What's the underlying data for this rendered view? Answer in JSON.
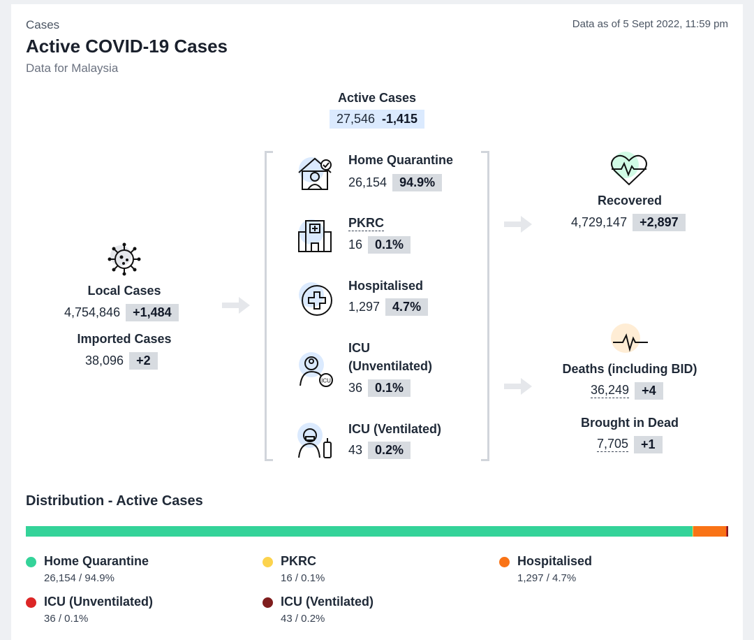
{
  "header": {
    "breadcrumb": "Cases",
    "title": "Active COVID-19 Cases",
    "subtitle": "Data for Malaysia",
    "as_of": "Data as of 5 Sept 2022, 11:59 pm"
  },
  "active": {
    "label": "Active Cases",
    "value": "27,546",
    "delta": "-1,415"
  },
  "local": {
    "label": "Local Cases",
    "value": "4,754,846",
    "delta": "+1,484"
  },
  "imported": {
    "label": "Imported Cases",
    "value": "38,096",
    "delta": "+2"
  },
  "categories": {
    "home": {
      "label": "Home Quarantine",
      "value": "26,154",
      "pct": "94.9%"
    },
    "pkrc": {
      "label": "PKRC",
      "value": "16",
      "pct": "0.1%"
    },
    "hosp": {
      "label": "Hospitalised",
      "value": "1,297",
      "pct": "4.7%"
    },
    "icu_unvent": {
      "label_line1": "ICU",
      "label_line2": "(Unventilated)",
      "value": "36",
      "pct": "0.1%"
    },
    "icu_vent": {
      "label": "ICU (Ventilated)",
      "value": "43",
      "pct": "0.2%"
    }
  },
  "recovered": {
    "label": "Recovered",
    "value": "4,729,147",
    "delta": "+2,897"
  },
  "deaths": {
    "label": "Deaths (including BID)",
    "value": "36,249",
    "delta": "+4"
  },
  "bid": {
    "label": "Brought in Dead",
    "value": "7,705",
    "delta": "+1"
  },
  "distribution": {
    "title": "Distribution - Active Cases",
    "segments": [
      {
        "name": "Home Quarantine",
        "text": "26,154 / 94.9%",
        "share": 94.9,
        "color": "#34d399"
      },
      {
        "name": "PKRC",
        "text": "16 / 0.1%",
        "share": 0.1,
        "color": "#fcd34d"
      },
      {
        "name": "Hospitalised",
        "text": "1,297 / 4.7%",
        "share": 4.7,
        "color": "#f97316"
      },
      {
        "name": "ICU (Unventilated)",
        "text": "36 / 0.1%",
        "share": 0.1,
        "color": "#dc2626"
      },
      {
        "name": "ICU (Ventilated)",
        "text": "43 / 0.2%",
        "share": 0.2,
        "color": "#7f1d1d"
      }
    ]
  },
  "icons": {
    "local": "virus-icon",
    "home": "home-quarantine-icon",
    "pkrc": "pkrc-building-icon",
    "hosp": "hospital-cross-icon",
    "icu_unvent": "icu-doctor-icon",
    "icu_vent": "icu-ventilator-icon",
    "recovered": "heart-pulse-icon",
    "deaths": "pulse-line-icon"
  }
}
